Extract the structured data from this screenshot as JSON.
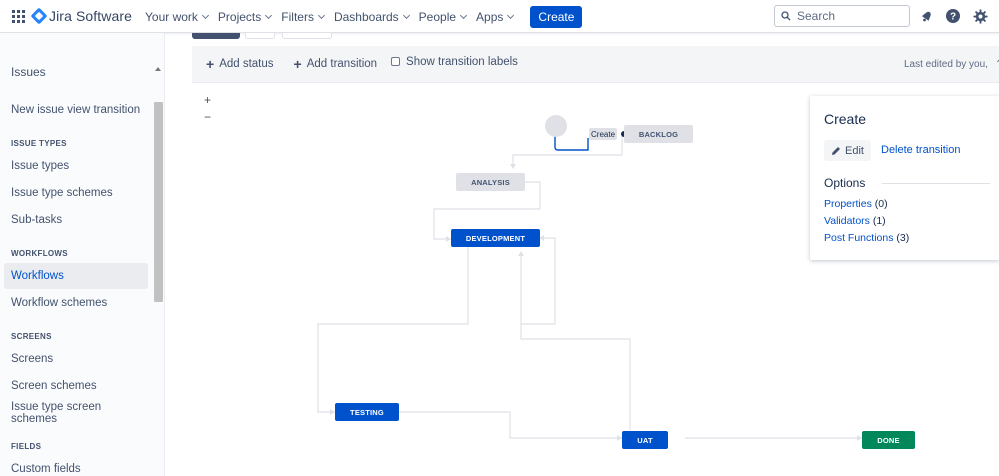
{
  "nav": {
    "product": "Jira Software",
    "menu": [
      "Your work",
      "Projects",
      "Filters",
      "Dashboards",
      "People",
      "Apps"
    ],
    "create": "Create",
    "search_placeholder": "Search"
  },
  "sidebar": {
    "title": "Issues",
    "top_item": "New issue view transition",
    "sections": [
      {
        "heading": "ISSUE TYPES",
        "items": [
          "Issue types",
          "Issue type schemes",
          "Sub-tasks"
        ]
      },
      {
        "heading": "WORKFLOWS",
        "items": [
          "Workflows",
          "Workflow schemes"
        ]
      },
      {
        "heading": "SCREENS",
        "items": [
          "Screens",
          "Screen schemes",
          "Issue type screen schemes"
        ]
      },
      {
        "heading": "FIELDS",
        "items": [
          "Custom fields"
        ]
      }
    ],
    "active_item": "Workflows"
  },
  "toolbar": {
    "add_status": "Add status",
    "add_transition": "Add transition",
    "show_labels": "Show transition labels",
    "show_labels_checked": false,
    "last_edited": "Last edited by you,"
  },
  "zoom": {
    "in": "+",
    "out": "−"
  },
  "workflow": {
    "start_transition": "Create",
    "statuses": {
      "backlog": "BACKLOG",
      "analysis": "ANALYSIS",
      "development": "DEVELOPMENT",
      "testing": "TESTING",
      "uat": "UAT",
      "done": "DONE"
    },
    "colors": {
      "todo": "#dfe1e6",
      "in_progress": "#0052cc",
      "done": "#00875a"
    }
  },
  "panel": {
    "title": "Create",
    "edit": "Edit",
    "delete": "Delete transition",
    "options_heading": "Options",
    "options": [
      {
        "label": "Properties",
        "count": "(0)"
      },
      {
        "label": "Validators",
        "count": "(1)"
      },
      {
        "label": "Post Functions",
        "count": "(3)"
      }
    ]
  }
}
